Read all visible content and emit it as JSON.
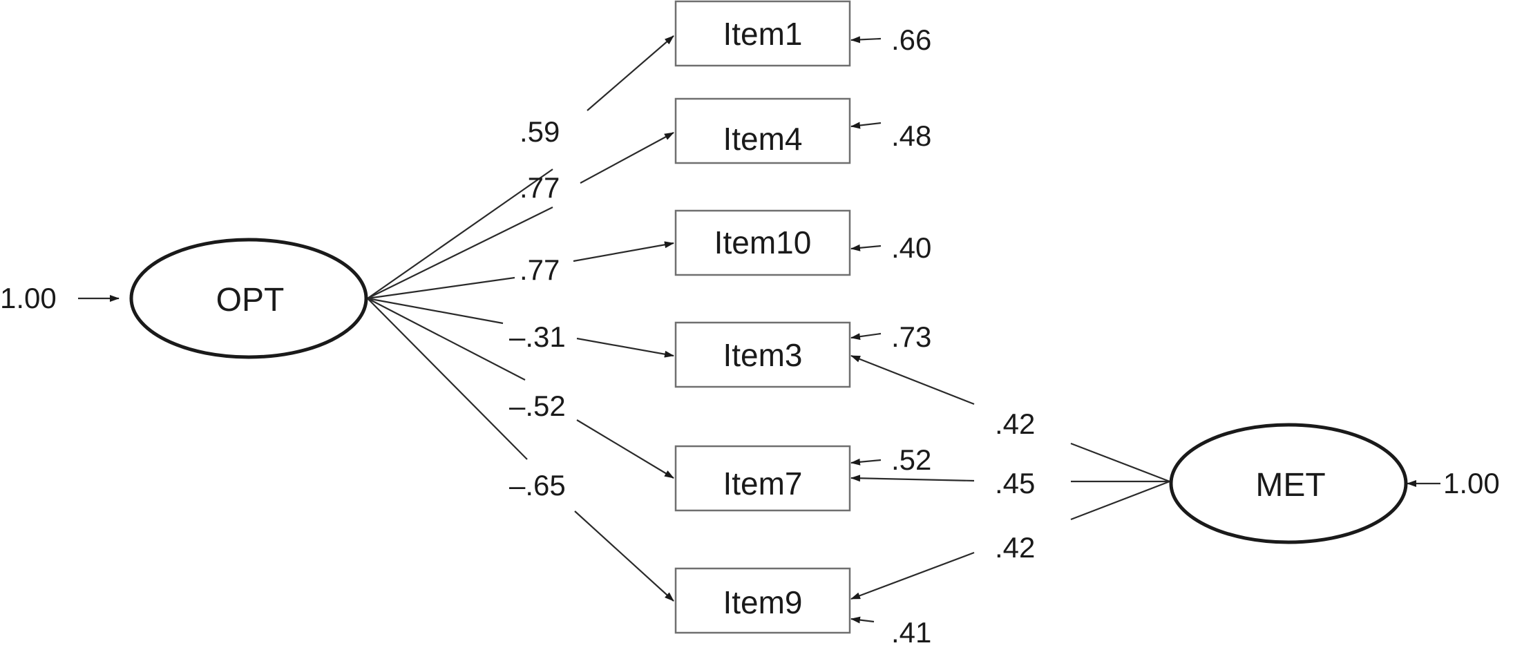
{
  "latents": {
    "opt": {
      "label": "OPT",
      "variance": "1.00"
    },
    "met": {
      "label": "MET",
      "variance": "1.00"
    }
  },
  "items": {
    "item1": {
      "label": "Item1",
      "error": ".66"
    },
    "item4": {
      "label": "Item4",
      "error": ".48"
    },
    "item10": {
      "label": "Item10",
      "error": ".40"
    },
    "item3": {
      "label": "Item3",
      "error": ".73"
    },
    "item7": {
      "label": "Item7",
      "error": ".52"
    },
    "item9": {
      "label": "Item9",
      "error": ".41"
    }
  },
  "loadings": {
    "opt_item1": ".59",
    "opt_item4": ".77",
    "opt_item10": ".77",
    "opt_item3": "–.31",
    "opt_item7": "–.52",
    "opt_item9": "–.65",
    "met_item3": ".42",
    "met_item7": ".45",
    "met_item9": ".42"
  }
}
